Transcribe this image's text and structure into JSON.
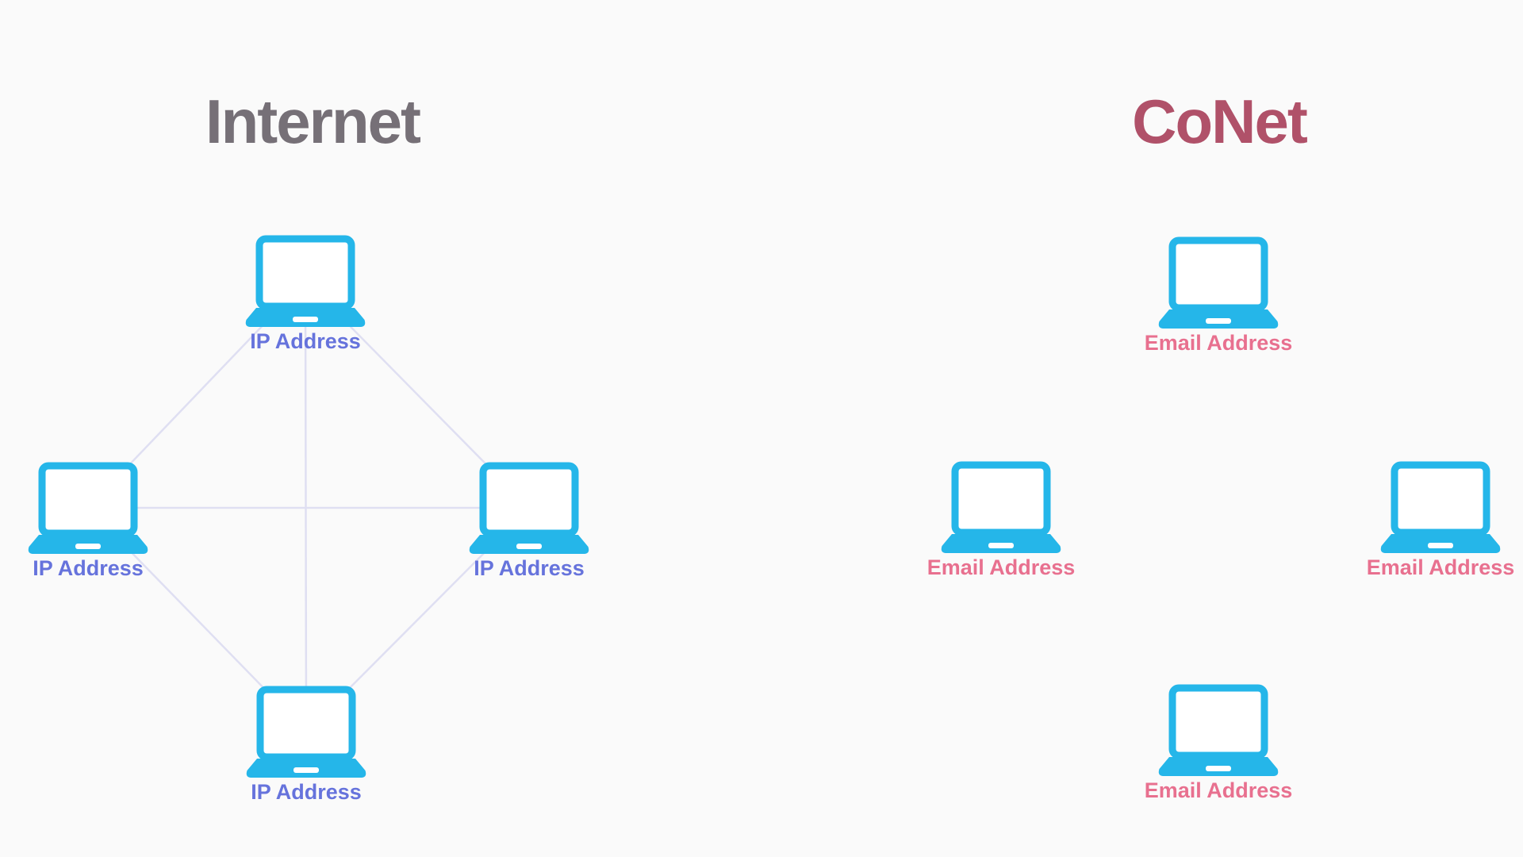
{
  "canvas": {
    "background": "#fafafa"
  },
  "colors": {
    "laptop": "#25b6e9",
    "ip_label": "#6673dc",
    "email_label": "#e8708f",
    "internet_title": "#767077",
    "conet_title": "#b05169",
    "link_line": "#dfdff2"
  },
  "internet": {
    "title": "Internet",
    "nodes": [
      {
        "id": "inet-top",
        "label": "IP Address"
      },
      {
        "id": "inet-left",
        "label": "IP Address"
      },
      {
        "id": "inet-right",
        "label": "IP Address"
      },
      {
        "id": "inet-bottom",
        "label": "IP Address"
      }
    ],
    "edges": [
      [
        "inet-top",
        "inet-left"
      ],
      [
        "inet-top",
        "inet-right"
      ],
      [
        "inet-top",
        "inet-bottom"
      ],
      [
        "inet-left",
        "inet-right"
      ],
      [
        "inet-left",
        "inet-bottom"
      ],
      [
        "inet-right",
        "inet-bottom"
      ]
    ]
  },
  "conet": {
    "title": "CoNet",
    "nodes": [
      {
        "id": "conet-top",
        "label": "Email Address"
      },
      {
        "id": "conet-left",
        "label": "Email Address"
      },
      {
        "id": "conet-right",
        "label": "Email Address"
      },
      {
        "id": "conet-bottom",
        "label": "Email Address"
      }
    ],
    "edges": []
  }
}
